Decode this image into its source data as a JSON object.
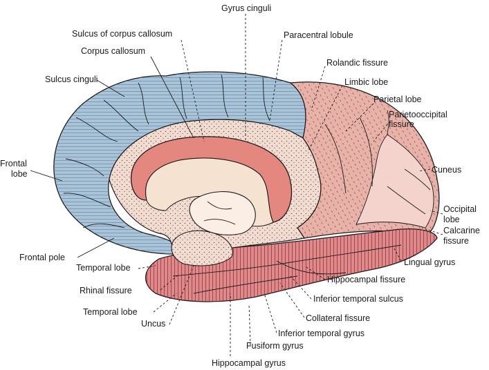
{
  "labels": {
    "gyrus_cinguli": "Gyrus cinguli",
    "sulcus_corpus_callosum": "Sulcus of corpus callosum",
    "paracentral_lobule": "Paracentral lobule",
    "corpus_callosum": "Corpus callosum",
    "rolandic_fissure": "Rolandic fissure",
    "sulcus_cinguli": "Sulcus cinguli",
    "limbic_lobe": "Limbic lobe",
    "parietal_lobe": "Parietal lobe",
    "parietooccipital_1": "Parietooccipital",
    "parietooccipital_2": "fissure",
    "frontal_lobe_1": "Frontal",
    "frontal_lobe_2": "lobe",
    "cuneus": "Cuneus",
    "occipital_lobe_1": "Occipital",
    "occipital_lobe_2": "lobe",
    "calcarine_1": "Calcarine",
    "calcarine_2": "fissure",
    "frontal_pole": "Frontal pole",
    "temporal_lobe_upper": "Temporal lobe",
    "lingual_gyrus": "Lingual gyrus",
    "rhinal_fissure": "Rhinal fissure",
    "hippocampal_fissure": "Hippocampal fissure",
    "inferior_temporal_sulcus": "Inferior temporal sulcus",
    "temporal_lobe_lower": "Temporal lobe",
    "collateral_fissure": "Collateral fissure",
    "uncus": "Uncus",
    "inferior_temporal_gyrus": "Inferior temporal gyrus",
    "fusiform_gyrus": "Fusiform gyrus",
    "hippocampal_gyrus": "Hippocampal gyrus"
  },
  "colors": {
    "frontal": "#a9c4d9",
    "limbic": "#f2dcd2",
    "parietal": "#e9b2a9",
    "occipital": "#eec4bb",
    "temporal": "#e0888a",
    "corpus": "#e4877f",
    "ventricle": "#f6e2d0",
    "line": "#1a1a1a"
  }
}
